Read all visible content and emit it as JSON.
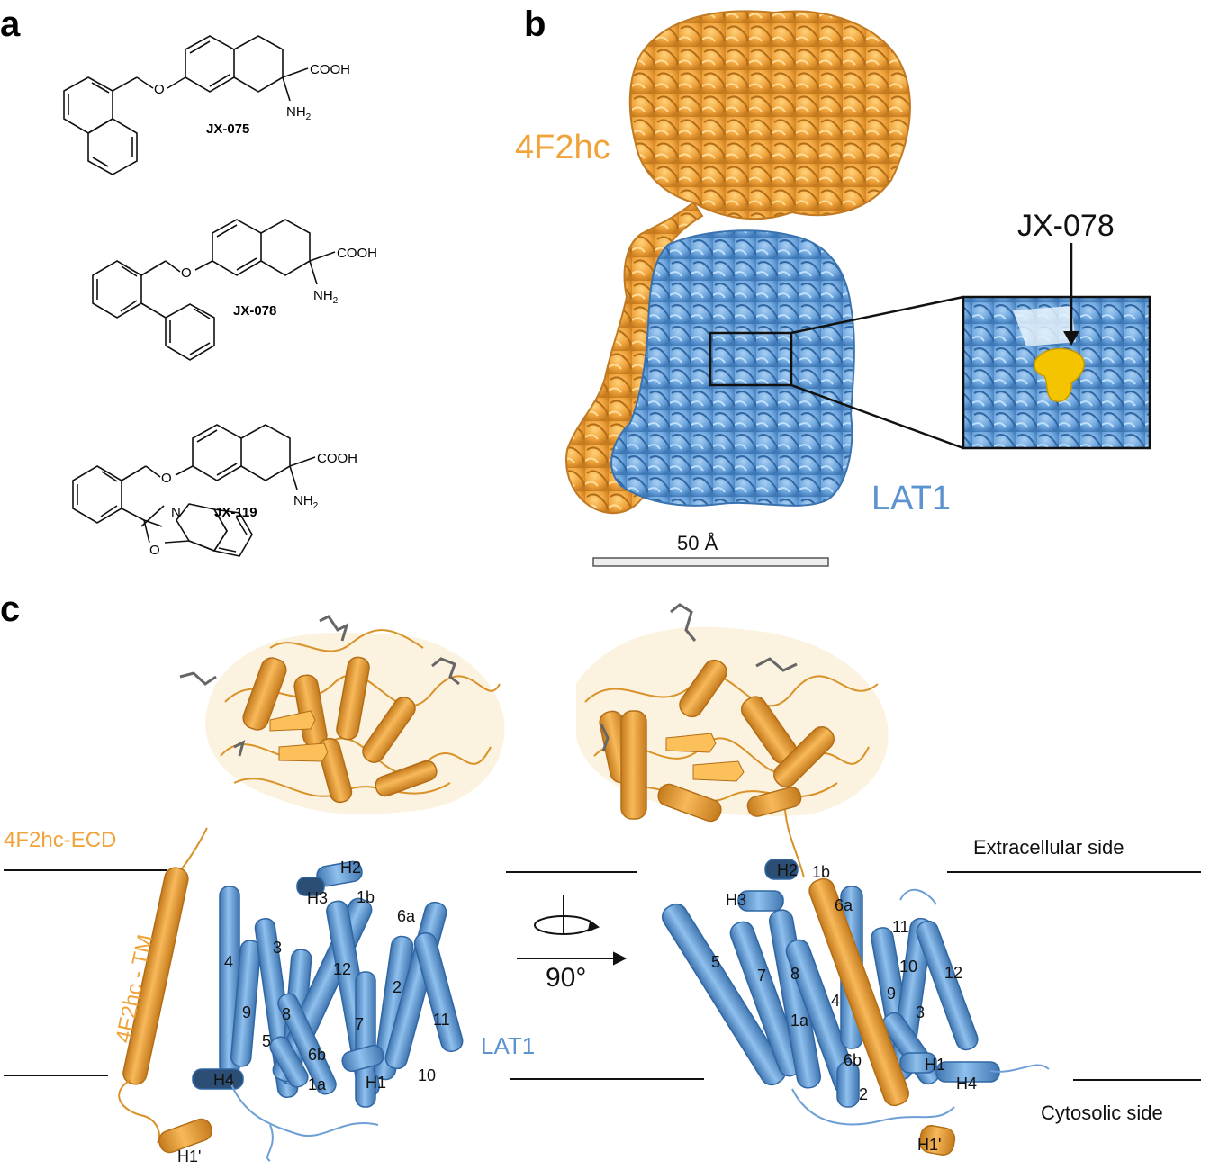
{
  "panels": {
    "a": {
      "label": "a",
      "compounds": [
        {
          "name": "JX-075",
          "cooh": "COOH",
          "amine": "NH",
          "amine_sub": "2",
          "oxygen": "O"
        },
        {
          "name": "JX-078",
          "cooh": "COOH",
          "amine": "NH",
          "amine_sub": "2",
          "oxygen": "O"
        },
        {
          "name": "JX-119",
          "cooh": "COOH",
          "amine": "NH",
          "amine_sub": "2",
          "oxygen": "O",
          "ring_n": "N",
          "ring_o": "O"
        }
      ]
    },
    "b": {
      "label": "b",
      "heavy_chain": "4F2hc",
      "light_chain": "LAT1",
      "ligand": "JX-078",
      "scale_bar": "50 Å"
    },
    "c": {
      "label": "c",
      "ecd_label": "4F2hc-ECD",
      "tm_label": "4F2hc - TM",
      "lat1_label": "LAT1",
      "extracellular": "Extracellular side",
      "cytosolic": "Cytosolic side",
      "rotation": "90°",
      "left_helices": [
        "H2",
        "H3",
        "1b",
        "6a",
        "4",
        "3",
        "12",
        "9",
        "8",
        "2",
        "11",
        "7",
        "5",
        "6b",
        "H4",
        "1a",
        "H1",
        "10",
        "H1'"
      ],
      "right_helices": [
        "H2",
        "1b",
        "H3",
        "6a",
        "11",
        "5",
        "7",
        "8",
        "10",
        "12",
        "9",
        "1a",
        "4",
        "3",
        "6b",
        "H1",
        "H4",
        "2",
        "H1'"
      ]
    }
  },
  "colors": {
    "heavy_chain": "#F0A33A",
    "light_chain": "#6EA6DE",
    "ligand": "#F5C400",
    "text_blue": "#5B93D0"
  }
}
